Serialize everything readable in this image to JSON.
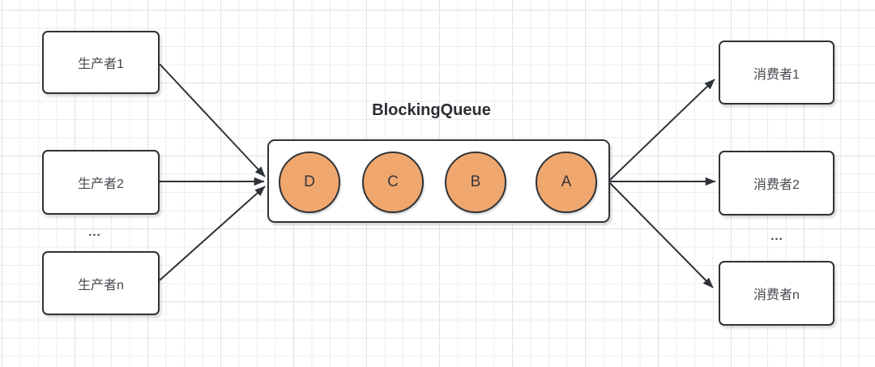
{
  "diagram": {
    "title": "BlockingQueue",
    "producers": {
      "ellipsis": "...",
      "items": [
        {
          "label": "生产者1"
        },
        {
          "label": "生产者2"
        },
        {
          "label": "生产者n"
        }
      ]
    },
    "queue": {
      "elements": [
        {
          "label": "D"
        },
        {
          "label": "C"
        },
        {
          "label": "B"
        },
        {
          "label": "A"
        }
      ]
    },
    "consumers": {
      "ellipsis": "...",
      "items": [
        {
          "label": "消费者1"
        },
        {
          "label": "消费者2"
        },
        {
          "label": "消费者n"
        }
      ]
    },
    "colors": {
      "background": "#ffffff",
      "grid_minor": "#ececec",
      "grid_major": "#e1e1e1",
      "stroke": "#2f3338",
      "node_fill": "#ffffff",
      "element_fill": "#f0a76e",
      "label_text": "#45494f",
      "title_text": "#2b2e33"
    }
  }
}
